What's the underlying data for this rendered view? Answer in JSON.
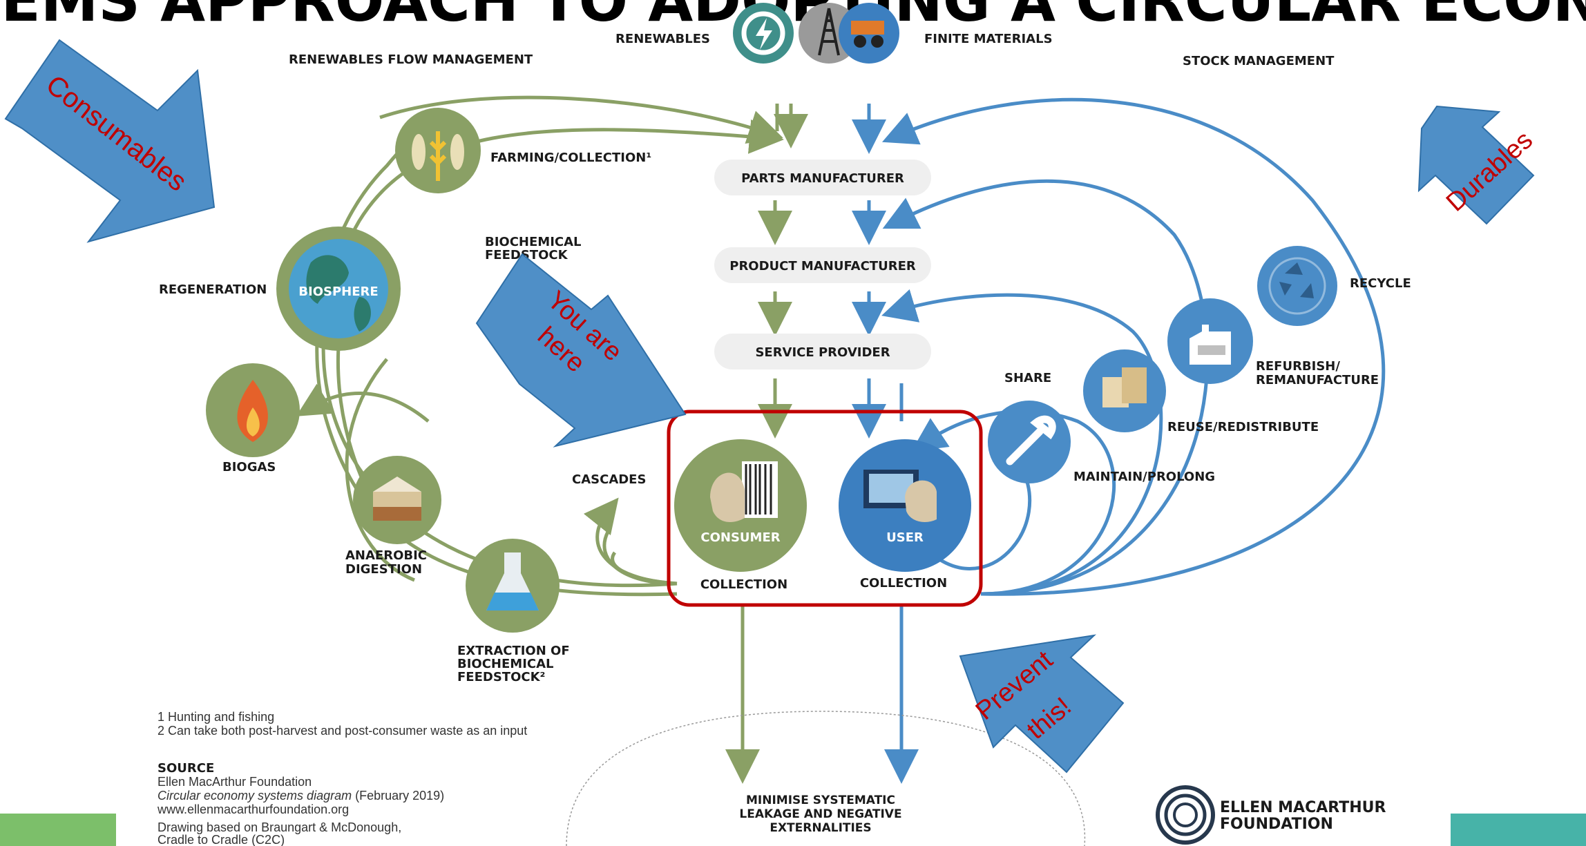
{
  "title": "SYSTEMS APPROACH TO ADOPTING A CIRCULAR ECONOMY",
  "top": {
    "renewables": "RENEWABLES",
    "finite": "FINITE MATERIALS",
    "renewables_flow": "RENEWABLES FLOW MANAGEMENT",
    "stock": "STOCK MANAGEMENT"
  },
  "chain": {
    "parts": "PARTS MANUFACTURER",
    "product": "PRODUCT MANUFACTURER",
    "service": "SERVICE PROVIDER"
  },
  "bio": {
    "farming": "FARMING/COLLECTION¹",
    "biochem1": "BIOCHEMICAL",
    "biochem2": "FEEDSTOCK",
    "regeneration": "REGENERATION",
    "biosphere": "BIOSPHERE",
    "biogas": "BIOGAS",
    "anaerobic1": "ANAEROBIC",
    "anaerobic2": "DIGESTION",
    "cascades": "CASCADES",
    "extraction1": "EXTRACTION OF",
    "extraction2": "BIOCHEMICAL",
    "extraction3": "FEEDSTOCK²"
  },
  "tech": {
    "recycle": "RECYCLE",
    "refurbish1": "REFURBISH/",
    "refurbish2": "REMANUFACTURE",
    "share": "SHARE",
    "reuse": "REUSE/REDISTRIBUTE",
    "maintain": "MAINTAIN/PROLONG"
  },
  "center": {
    "consumer": "CONSUMER",
    "user": "USER",
    "collection_left": "COLLECTION",
    "collection_right": "COLLECTION",
    "leak1": "MINIMISE SYSTEMATIC",
    "leak2": "LEAKAGE AND NEGATIVE",
    "leak3": "EXTERNALITIES"
  },
  "callouts": {
    "consumables": "Consumables",
    "durables": "Durables",
    "you1": "You are",
    "you2": "here",
    "prevent1": "Prevent",
    "prevent2": "this!"
  },
  "notes": {
    "n1": "1 Hunting and fishing",
    "n2": "2 Can take both post-harvest and post-consumer waste as an input",
    "source": "SOURCE",
    "s1": "Ellen MacArthur Foundation",
    "s2a": "Circular economy systems diagram",
    "s2b": " (February 2019)",
    "s3": "www.ellenmacarthurfoundation.org",
    "s4": "Drawing based on Braungart & McDonough,",
    "s5": "Cradle to Cradle (C2C)"
  },
  "logo": {
    "line1": "ELLEN MACARTHUR",
    "line2": "FOUNDATION"
  },
  "colors": {
    "green": "#8aa065",
    "blue": "#4a8cc7",
    "callout_fill": "#4f8fc7",
    "highlight": "#c00000",
    "chip": "#efefef"
  }
}
